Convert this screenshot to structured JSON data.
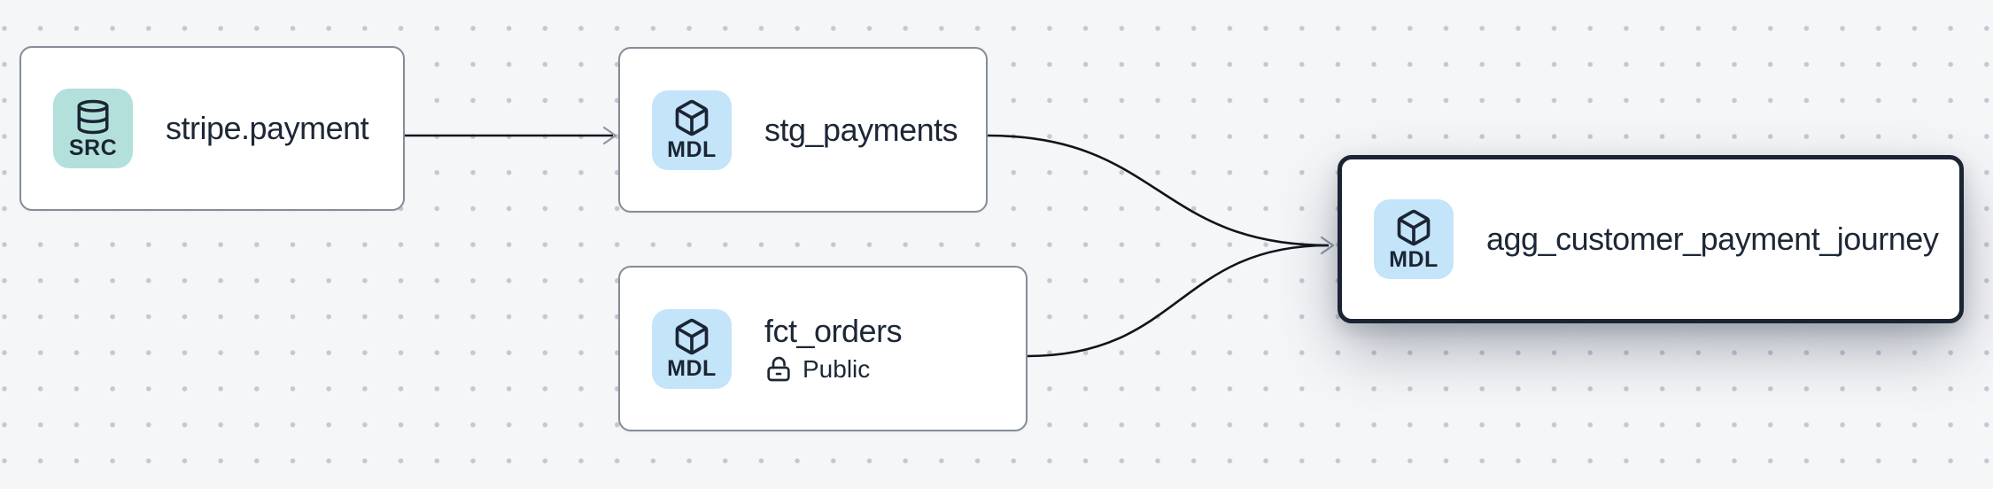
{
  "canvas": {
    "background_color": "#f5f6f8",
    "dot_color": "#c4c8cf"
  },
  "nodes": [
    {
      "id": "stripe.payment",
      "title": "stripe.payment",
      "badge": {
        "label": "SRC",
        "icon": "database-icon",
        "color": "#b3e0db"
      },
      "selected": false
    },
    {
      "id": "stg_payments",
      "title": "stg_payments",
      "badge": {
        "label": "MDL",
        "icon": "box-icon",
        "color": "#c4e4f9"
      },
      "selected": false
    },
    {
      "id": "fct_orders",
      "title": "fct_orders",
      "badge": {
        "label": "MDL",
        "icon": "box-icon",
        "color": "#c4e4f9"
      },
      "access": {
        "label": "Public",
        "icon": "lock-open-icon"
      },
      "selected": false
    },
    {
      "id": "agg_customer_payment_journey",
      "title": "agg_customer_payment_journey",
      "badge": {
        "label": "MDL",
        "icon": "box-icon",
        "color": "#c4e4f9"
      },
      "selected": true
    }
  ],
  "edges": [
    {
      "from": "stripe.payment",
      "to": "stg_payments"
    },
    {
      "from": "stg_payments",
      "to": "agg_customer_payment_journey"
    },
    {
      "from": "fct_orders",
      "to": "agg_customer_payment_journey"
    }
  ],
  "colors": {
    "node_background": "#ffffff",
    "node_border": "#858c99",
    "selected_node_border": "#1b2433",
    "edge_stroke": "#10151c",
    "arrowhead_stroke": "#8f96a1",
    "text_ink": "#1d2736"
  }
}
